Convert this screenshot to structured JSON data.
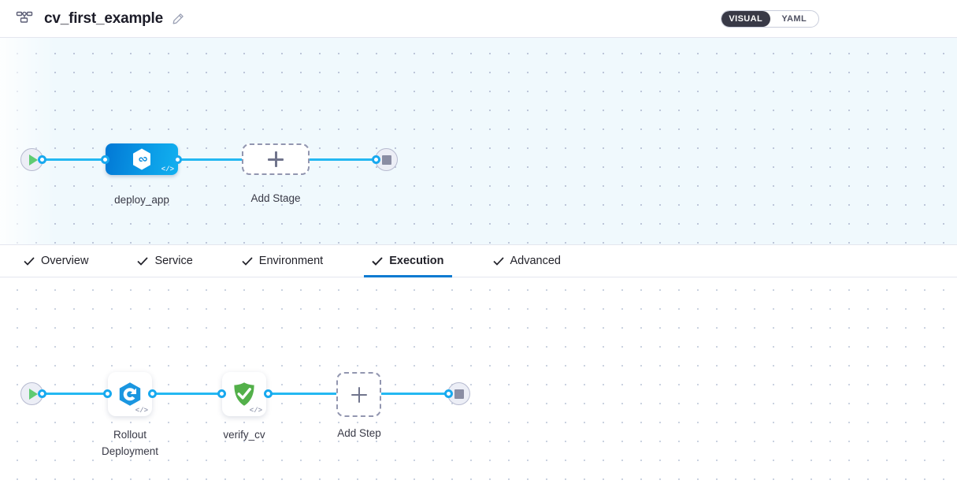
{
  "header": {
    "pipeline_icon": "pipeline-graph-icon",
    "title": "cv_first_example",
    "edit_icon": "pencil-edit-icon",
    "view_toggle": {
      "options": [
        {
          "label": "VISUAL",
          "active": true
        },
        {
          "label": "YAML",
          "active": false
        }
      ]
    }
  },
  "tabs": [
    {
      "label": "Overview",
      "checked": true,
      "active": false
    },
    {
      "label": "Service",
      "checked": true,
      "active": false
    },
    {
      "label": "Environment",
      "checked": true,
      "active": false
    },
    {
      "label": "Execution",
      "checked": true,
      "active": true
    },
    {
      "label": "Advanced",
      "checked": true,
      "active": false
    }
  ],
  "stage_graph": {
    "start_node": {
      "icon": "play-icon",
      "title": "Start"
    },
    "end_node": {
      "icon": "stop-icon",
      "title": "End"
    },
    "stages": [
      {
        "label": "deploy_app",
        "icon": "cd-hexagon-icon",
        "badge": "</>",
        "selected": true
      },
      {
        "label": "Add Stage",
        "icon": "plus-icon",
        "type": "add"
      }
    ]
  },
  "step_graph": {
    "start_node": {
      "icon": "play-icon",
      "title": "Start"
    },
    "end_node": {
      "icon": "stop-icon",
      "title": "End"
    },
    "steps": [
      {
        "label": "Rollout\nDeployment",
        "icon": "rollout-deployment-icon",
        "badge": "</>"
      },
      {
        "label": "verify_cv",
        "icon": "green-shield-check-icon",
        "badge": "</>"
      },
      {
        "label": "Add Step",
        "icon": "plus-icon",
        "type": "add"
      }
    ]
  },
  "colors": {
    "accent_blue": "#0b7ad1",
    "connector_blue": "#24b8f2",
    "stage_gradient_from": "#0278d5",
    "stage_gradient_to": "#12b0ef",
    "verify_green": "#53b04a",
    "toggle_active_bg": "#383946",
    "canvas_top_bg": "#f0f9fd",
    "canvas_bottom_bg": "#ffffff"
  }
}
